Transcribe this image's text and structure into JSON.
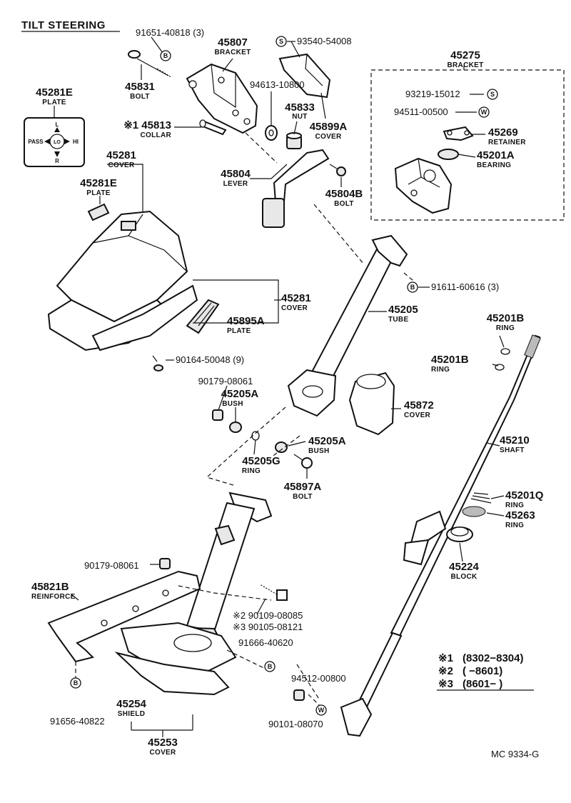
{
  "title": "TILT STEERING",
  "figure_code": "MC 9334-G",
  "callouts": [
    {
      "id": "c1",
      "number": "91651-40818 (3)",
      "name": ""
    },
    {
      "id": "c2",
      "number": "45807",
      "name": "BRACKET"
    },
    {
      "id": "c3",
      "number": "93540-54008",
      "name": ""
    },
    {
      "id": "c4",
      "number": "45831",
      "name": "BOLT"
    },
    {
      "id": "c5",
      "number": "94613-10800",
      "name": ""
    },
    {
      "id": "c6",
      "number": "45833",
      "name": "NUT"
    },
    {
      "id": "c7",
      "number": "45899A",
      "name": "COVER"
    },
    {
      "id": "c8",
      "number": "※1 45813",
      "name": "COLLAR"
    },
    {
      "id": "c9",
      "number": "45281E",
      "name": "PLATE"
    },
    {
      "id": "c10",
      "number": "45804",
      "name": "LEVER"
    },
    {
      "id": "c11",
      "number": "45804B",
      "name": "BOLT"
    },
    {
      "id": "c12",
      "number": "45281",
      "name": "COVER"
    },
    {
      "id": "c13",
      "number": "45281E",
      "name": "PLATE"
    },
    {
      "id": "c14",
      "number": "45275",
      "name": "BRACKET"
    },
    {
      "id": "c15",
      "number": "93219-15012",
      "name": ""
    },
    {
      "id": "c16",
      "number": "94511-00500",
      "name": ""
    },
    {
      "id": "c17",
      "number": "45269",
      "name": "RETAINER"
    },
    {
      "id": "c18",
      "number": "45201A",
      "name": "BEARING"
    },
    {
      "id": "c19",
      "number": "91611-60616 (3)",
      "name": ""
    },
    {
      "id": "c20",
      "number": "45281",
      "name": "COVER"
    },
    {
      "id": "c21",
      "number": "45895A",
      "name": "PLATE"
    },
    {
      "id": "c22",
      "number": "45205",
      "name": "TUBE"
    },
    {
      "id": "c23",
      "number": "45201B",
      "name": "RING"
    },
    {
      "id": "c24",
      "number": "45201B",
      "name": "RING"
    },
    {
      "id": "c25",
      "number": "90164-50048 (9)",
      "name": ""
    },
    {
      "id": "c26",
      "number": "90179-08061",
      "name": ""
    },
    {
      "id": "c27",
      "number": "45205A",
      "name": "BUSH"
    },
    {
      "id": "c28",
      "number": "45872",
      "name": "COVER"
    },
    {
      "id": "c29",
      "number": "45210",
      "name": "SHAFT"
    },
    {
      "id": "c30",
      "number": "45205A",
      "name": "BUSH"
    },
    {
      "id": "c31",
      "number": "45205G",
      "name": "RING"
    },
    {
      "id": "c32",
      "number": "45897A",
      "name": "BOLT"
    },
    {
      "id": "c33",
      "number": "45201Q",
      "name": "RING"
    },
    {
      "id": "c34",
      "number": "45263",
      "name": "RING"
    },
    {
      "id": "c35",
      "number": "90179-08061",
      "name": ""
    },
    {
      "id": "c36",
      "number": "45224",
      "name": "BLOCK"
    },
    {
      "id": "c37",
      "number": "45821B",
      "name": "REINFORCE"
    },
    {
      "id": "c38",
      "number": "※2 90109-08085",
      "name": ""
    },
    {
      "id": "c39",
      "number": "※3 90105-08121",
      "name": ""
    },
    {
      "id": "c40",
      "number": "91666-40620",
      "name": ""
    },
    {
      "id": "c41",
      "number": "94512-00800",
      "name": ""
    },
    {
      "id": "c42",
      "number": "45254",
      "name": "SHIELD"
    },
    {
      "id": "c43",
      "number": "91656-40822",
      "name": ""
    },
    {
      "id": "c44",
      "number": "90101-08070",
      "name": ""
    },
    {
      "id": "c45",
      "number": "45253",
      "name": "COVER"
    }
  ],
  "plate_labels": {
    "top": "L",
    "left": "PASS",
    "center": "LO",
    "right": "HI",
    "bottom": "R"
  },
  "symbols": {
    "bolt_b": "B",
    "screw_s": "S",
    "washer_w": "W"
  },
  "legend": [
    {
      "mark": "※1",
      "range": "(8302−8304)"
    },
    {
      "mark": "※2",
      "range": "(      −8601)"
    },
    {
      "mark": "※3",
      "range": "(8601−        )"
    }
  ]
}
